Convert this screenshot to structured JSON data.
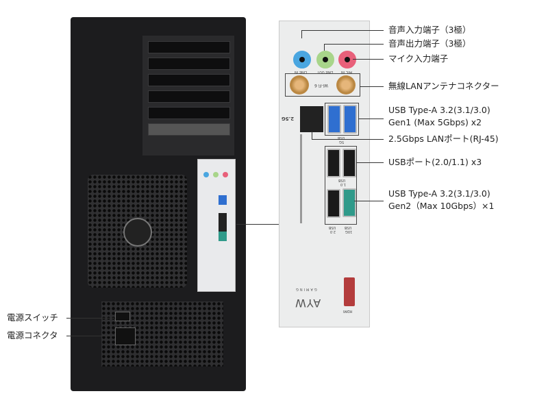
{
  "callouts_right": [
    {
      "id": "audio-in",
      "text": "音声入力端子（3極）"
    },
    {
      "id": "audio-out",
      "text": "音声出力端子（3極）"
    },
    {
      "id": "mic-in",
      "text": "マイク入力端子"
    },
    {
      "id": "wifi-antenna",
      "text": "無線LANアンテナコネクター"
    },
    {
      "id": "usb-gen1",
      "line1": "USB Type-A 3.2(3.1/3.0)",
      "line2": "Gen1 (Max 5Gbps) x2"
    },
    {
      "id": "lan",
      "text": "2.5Gbps LANポート(RJ-45)"
    },
    {
      "id": "usb2",
      "text": "USBポート(2.0/1.1) x3"
    },
    {
      "id": "usb-gen2",
      "line1": "USB Type-A 3.2(3.1/3.0)",
      "line2": "Gen2（Max 10Gbps）×1"
    }
  ],
  "callouts_left": [
    {
      "id": "power-switch",
      "text": "電源スイッチ"
    },
    {
      "id": "power-connector",
      "text": "電源コネクタ"
    }
  ],
  "panel_labels": {
    "line_in": "LINE IN",
    "line_out": "LINE OUT",
    "mic_in": "MIC IN",
    "wifi": "Wi-Fi 6",
    "lan": "2.5G",
    "usb5g": "USB",
    "usb5g_sub": "5G",
    "usb": "USB",
    "usb_sub": "1.0",
    "usb20": "USB",
    "usb20_sub": "2.0",
    "usb10g": "USB",
    "usb10g_sub": "10G",
    "logo": "AYW",
    "logo_sub": "GAMING",
    "hdmi": "HDMI"
  },
  "colors": {
    "line_in": "#4aa6e0",
    "line_out": "#a8d58a",
    "mic_in": "#e8607a",
    "usb_gen1": "#2f6fd0",
    "usb_gen2": "#2f9a8a"
  }
}
